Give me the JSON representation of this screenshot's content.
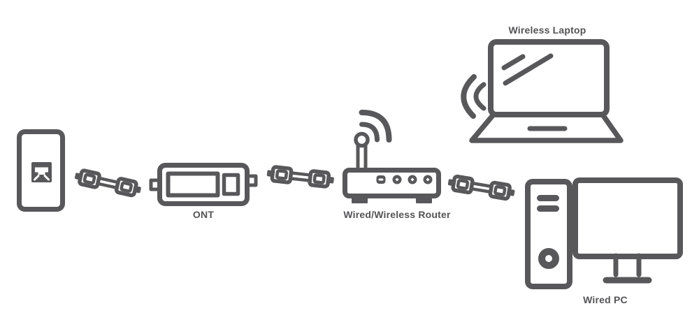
{
  "diagram": {
    "type": "network-topology-illustration",
    "description": "Home broadband connection diagram: wall Ethernet outlet connects by cable to ONT, ONT connects by cable to a wired/wireless router; router serves a wireless laptop over Wi-Fi and a wired PC over Ethernet cable",
    "colors": {
      "line": "#58585a",
      "text": "#545457",
      "background": "#ffffff"
    },
    "labels": {
      "ont": "ONT",
      "router": "Wired/Wireless Router",
      "laptop": "Wireless Laptop",
      "pc": "Wired PC"
    },
    "nodes": [
      {
        "id": "wall-outlet",
        "label": "",
        "icon": "wall-ethernet-outlet-icon"
      },
      {
        "id": "ont",
        "label": "ONT",
        "icon": "ont-modem-icon"
      },
      {
        "id": "router",
        "label": "Wired/Wireless Router",
        "icon": "wireless-router-icon"
      },
      {
        "id": "laptop",
        "label": "Wireless Laptop",
        "icon": "laptop-icon"
      },
      {
        "id": "pc",
        "label": "Wired PC",
        "icon": "desktop-pc-icon"
      }
    ],
    "connections": [
      {
        "from": "wall-outlet",
        "to": "ont",
        "type": "ethernet-cable",
        "icon": "ethernet-cable-icon"
      },
      {
        "from": "ont",
        "to": "router",
        "type": "ethernet-cable",
        "icon": "ethernet-cable-icon"
      },
      {
        "from": "router",
        "to": "laptop",
        "type": "wifi",
        "icon": "wifi-waves-icon"
      },
      {
        "from": "router",
        "to": "pc",
        "type": "ethernet-cable",
        "icon": "ethernet-cable-icon"
      }
    ]
  }
}
